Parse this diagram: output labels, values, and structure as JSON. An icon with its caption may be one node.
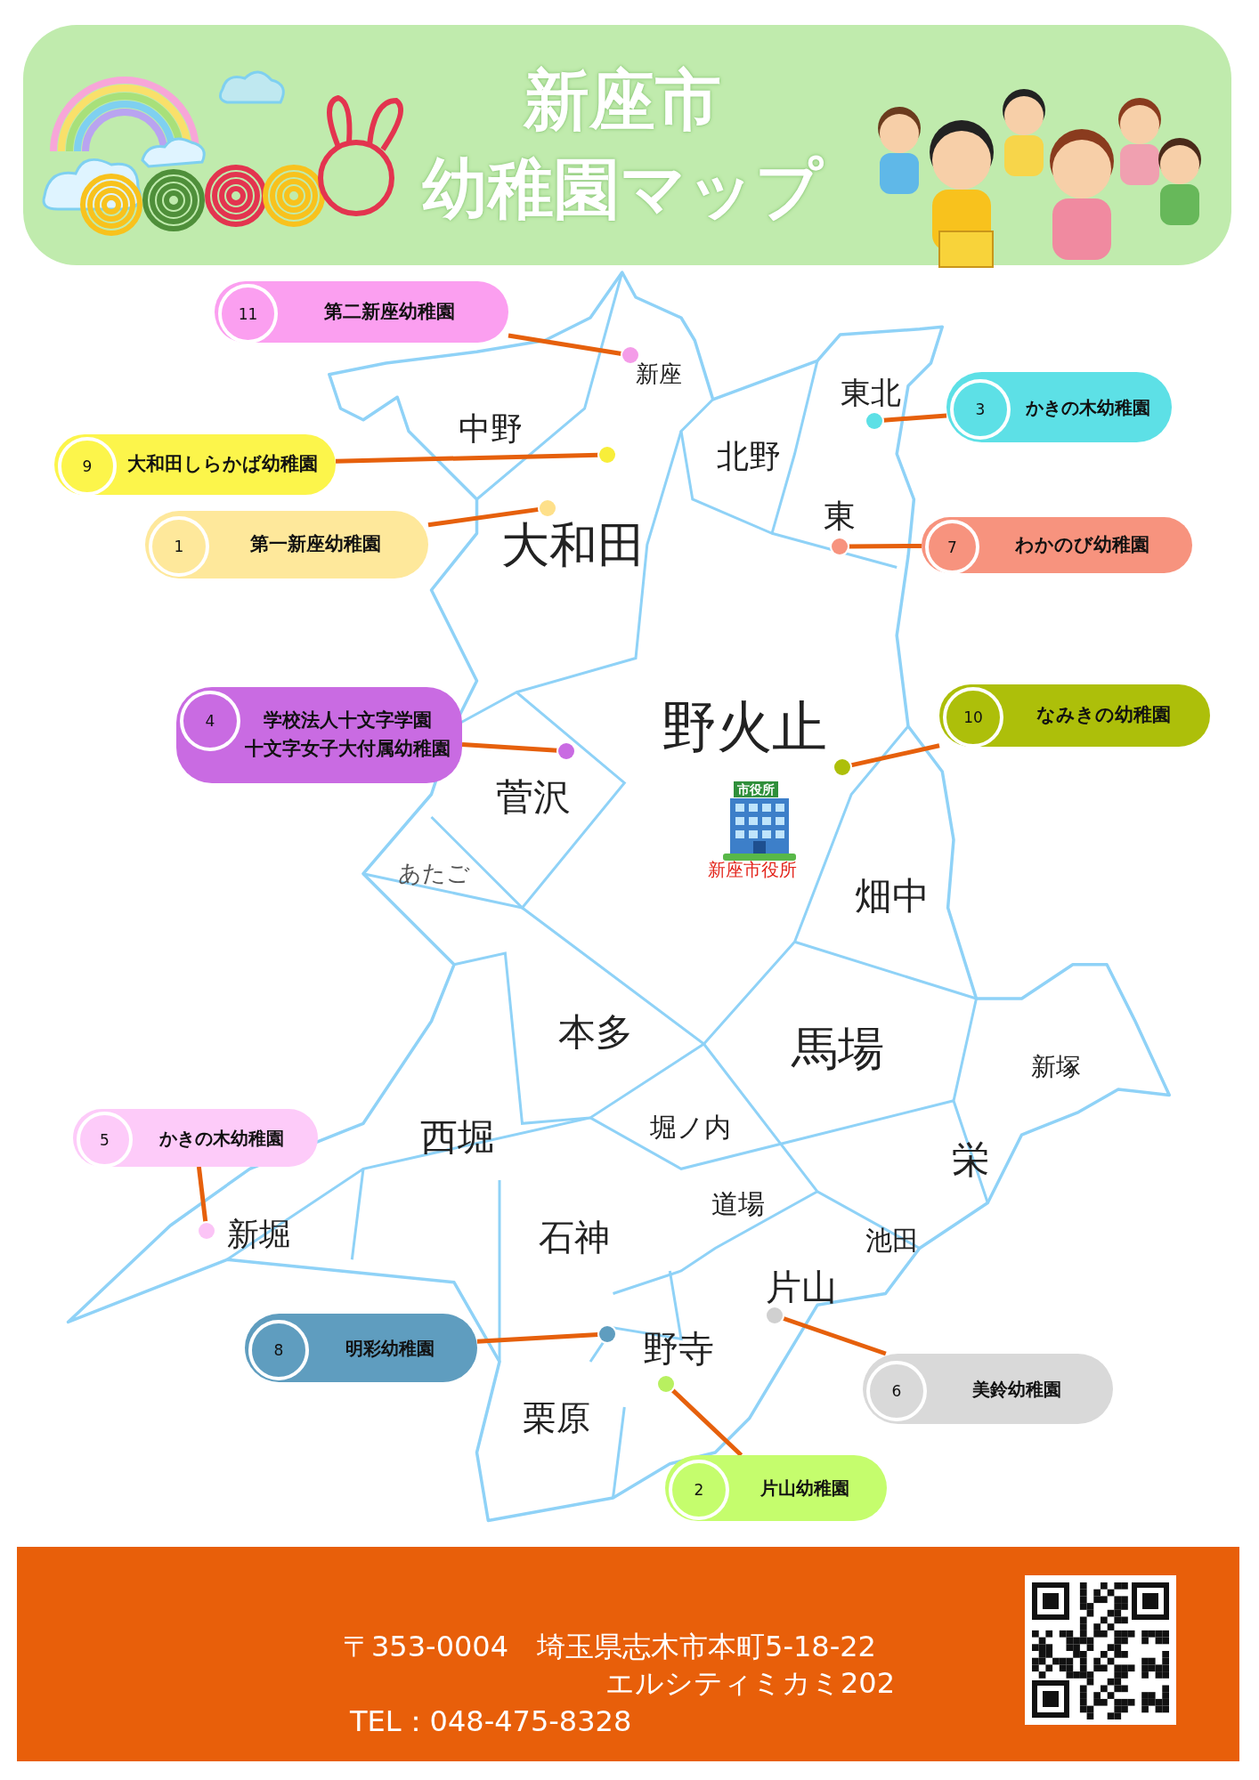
{
  "diagram": {
    "title": "新座市幼稚園マップ",
    "nodes": [
      {
        "text": [
          "11",
          "第二新座幼稚園"
        ]
      },
      {
        "text": [],
        "shape": "circle"
      },
      {
        "text": [
          "3",
          "かきの木幼稚園"
        ]
      },
      {
        "text": [],
        "shape": "circle"
      },
      {
        "text": [
          "9",
          "大和田しらかば幼稚園"
        ]
      },
      {
        "text": [],
        "shape": "circle"
      },
      {
        "text": [
          "1",
          "第一新座幼稚園"
        ]
      },
      {
        "text": [],
        "shape": "circle"
      },
      {
        "text": [
          "7",
          "わかのび幼稚園"
        ]
      },
      {
        "text": [],
        "shape": "circle"
      },
      {
        "text": [
          "4",
          "学校法人十文字学園十文字女子大付属幼稚園"
        ]
      },
      {
        "text": [],
        "shape": "circle"
      },
      {
        "text": [
          "10",
          "なみきの幼稚園"
        ]
      },
      {
        "text": [],
        "shape": "circle"
      },
      {
        "text": [
          "5",
          "かきの木幼稚園"
        ]
      },
      {
        "text": [],
        "shape": "circle"
      },
      {
        "text": [
          "8",
          "明彩幼稚園"
        ]
      },
      {
        "text": [],
        "shape": "circle"
      },
      {
        "text": [
          "6",
          "美鈴幼稚園"
        ]
      },
      {
        "text": [],
        "shape": "circle"
      },
      {
        "text": [
          "2",
          "片山幼稚園"
        ]
      },
      {
        "text": [],
        "shape": "circle"
      }
    ],
    "edges": [
      {
        "from": 0,
        "to": 1,
        "arrow": "none"
      },
      {
        "from": 2,
        "to": 3,
        "arrow": "none"
      },
      {
        "from": 4,
        "to": 5,
        "arrow": "none"
      },
      {
        "from": 6,
        "to": 7,
        "arrow": "none"
      },
      {
        "from": 8,
        "to": 9,
        "arrow": "none"
      },
      {
        "from": 10,
        "to": 11,
        "arrow": "none"
      },
      {
        "from": 12,
        "to": 13,
        "arrow": "none"
      },
      {
        "from": 14,
        "to": 15,
        "arrow": "none"
      },
      {
        "from": 16,
        "to": 17,
        "arrow": "none"
      },
      {
        "from": 18,
        "to": 19,
        "arrow": "none"
      },
      {
        "from": 20,
        "to": 21,
        "arrow": "none"
      }
    ],
    "labels": [
      "新座",
      "東北",
      "中野",
      "北野",
      "東",
      "大和田",
      "野火止",
      "菅沢",
      "市役所",
      "あたご",
      "新座市役所",
      "畑中",
      "本多",
      "馬場",
      "新塚",
      "西堀",
      "堀ノ内",
      "栄",
      "道場",
      "新堀",
      "石神",
      "池田",
      "片山",
      "野寺",
      "栗原",
      "〒353-0004　埼玉県志木市本町5-18-22",
      "エルシティミカミ202",
      "TEL：048-475-8328"
    ]
  }
}
